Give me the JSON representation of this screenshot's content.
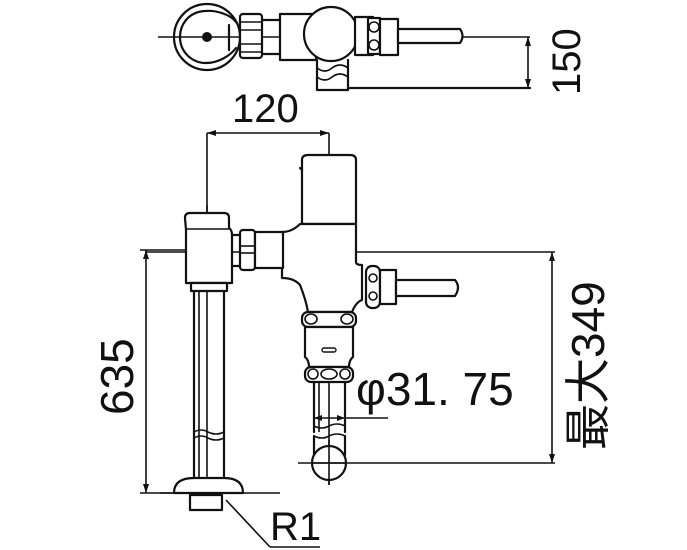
{
  "diagram": {
    "subject": "flush valve dimensional drawing",
    "views": [
      "top view",
      "front elevation"
    ],
    "dimensions": {
      "depth_top_view": "150",
      "center_distance": "120",
      "total_height": "635",
      "outlet_diameter": "φ31. 75",
      "max_height": "最大349",
      "inlet_thread": "R1"
    },
    "colors": {
      "line": "#111111",
      "background": "#ffffff"
    }
  }
}
